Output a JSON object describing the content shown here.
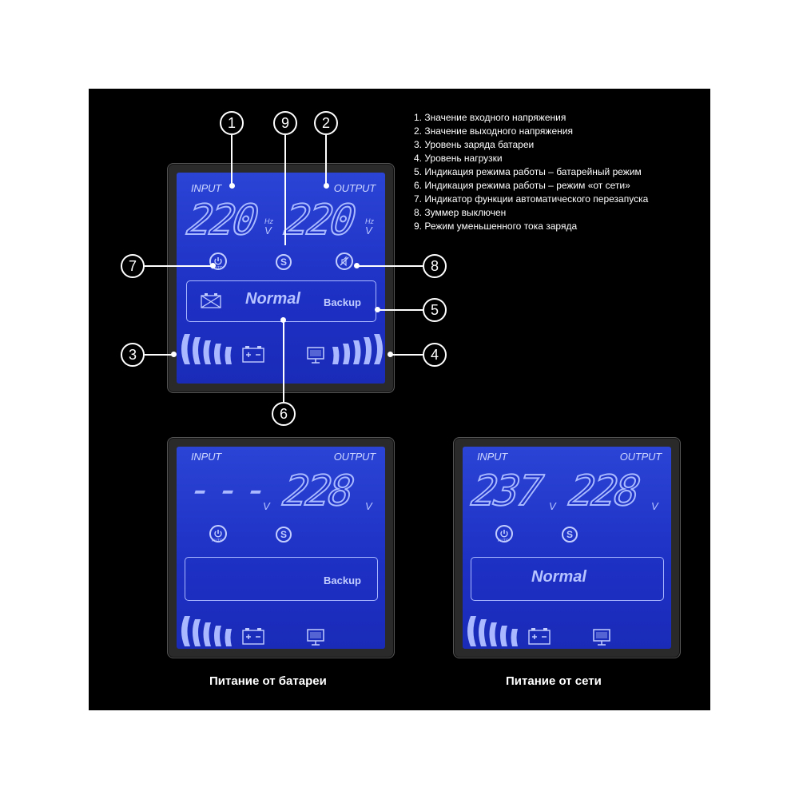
{
  "legend": [
    "1. Значение входного напряжения",
    "2. Значение выходного напряжения",
    "3. Уровень заряда батареи",
    "4. Уровень нагрузки",
    "5. Индикация режима работы – батарейный режим",
    "6. Индикация режима работы – режим «от сети»",
    "7. Индикатор функции автоматического перезапуска",
    "8. Зуммер выключен",
    "9. Режим уменьшенного тока заряда"
  ],
  "callouts": [
    "1",
    "2",
    "3",
    "4",
    "5",
    "6",
    "7",
    "8",
    "9"
  ],
  "main_panel": {
    "input_label": "INPUT",
    "output_label": "OUTPUT",
    "input_value": "220",
    "output_value": "220",
    "unit_hz": "Hz",
    "unit_v": "V",
    "auto_label": "AUTO",
    "s_label": "S",
    "normal_label": "Normal",
    "backup_label": "Backup"
  },
  "battery_panel": {
    "input_label": "INPUT",
    "output_label": "OUTPUT",
    "input_value": "---",
    "input_unit": "V",
    "output_value": "228",
    "output_unit": "V",
    "auto_label": "AUTO",
    "s_label": "S",
    "backup_label": "Backup",
    "caption": "Питание от батареи"
  },
  "mains_panel": {
    "input_label": "INPUT",
    "output_label": "OUTPUT",
    "input_value": "237",
    "input_unit": "V",
    "output_value": "228",
    "output_unit": "V",
    "auto_label": "AUTO",
    "s_label": "S",
    "normal_label": "Normal",
    "caption": "Питание от сети"
  },
  "colors": {
    "background": "#000000",
    "lcd_blue": "#1f33c8",
    "segment": "#a9b8ff",
    "text": "#ffffff"
  }
}
